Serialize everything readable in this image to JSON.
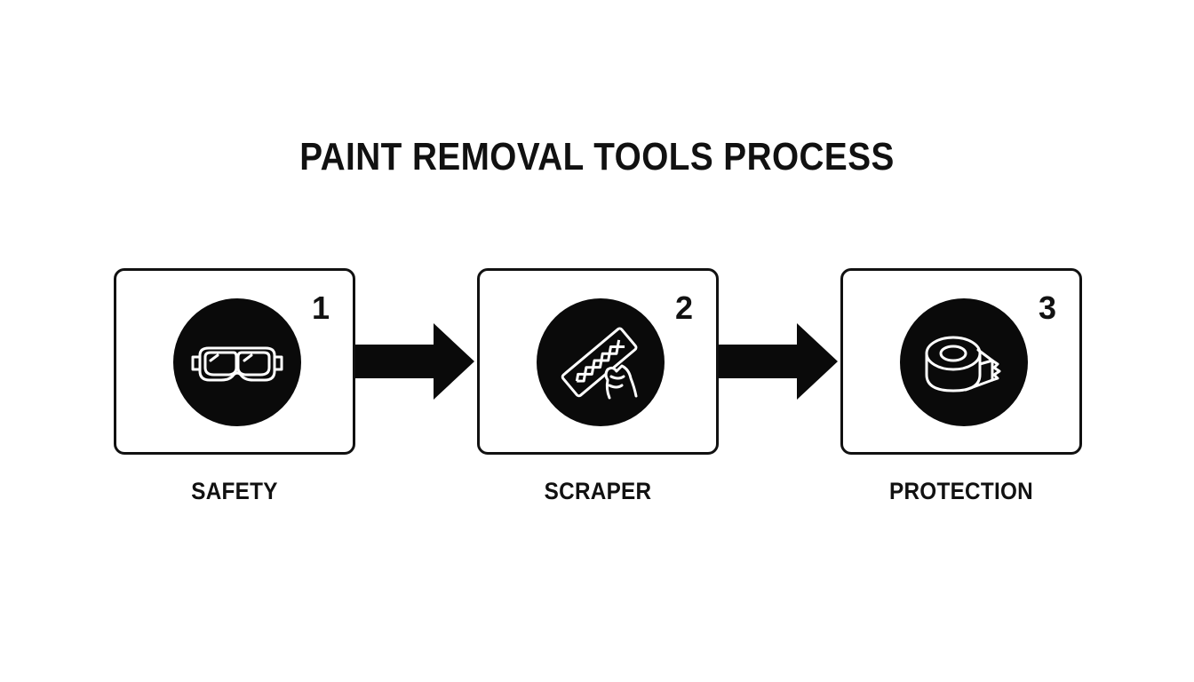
{
  "title": "PAINT REMOVAL TOOLS PROCESS",
  "colors": {
    "ink": "#111111",
    "circle": "#0a0a0a",
    "background": "#ffffff"
  },
  "steps": [
    {
      "number": "1",
      "label": "SAFETY",
      "icon": "safety-goggles-icon"
    },
    {
      "number": "2",
      "label": "SCRAPER",
      "icon": "scraper-blade-icon"
    },
    {
      "number": "3",
      "label": "PROTECTION",
      "icon": "tape-roll-icon"
    }
  ],
  "connectors": [
    "arrow-right-icon",
    "arrow-right-icon"
  ]
}
